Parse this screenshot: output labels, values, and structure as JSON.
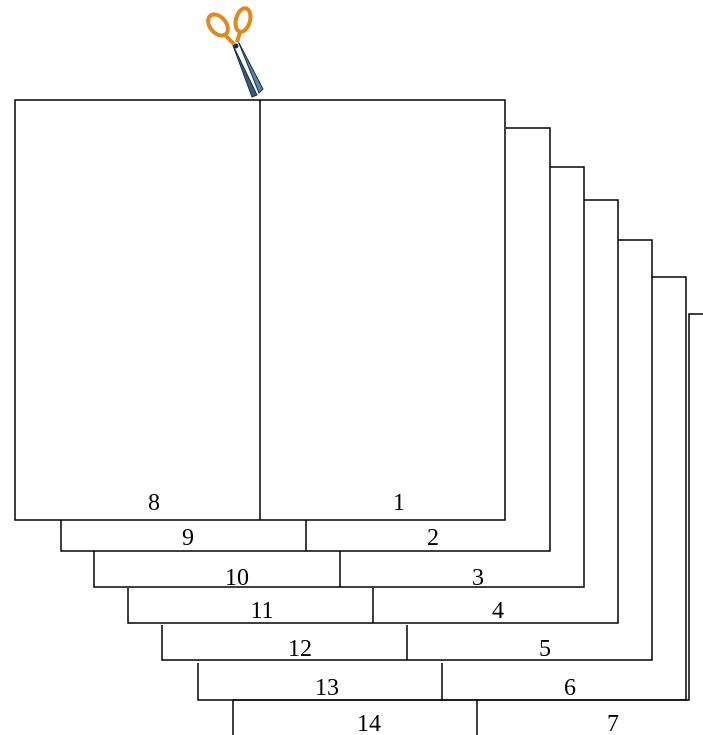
{
  "sheets": [
    {
      "left": "8",
      "right": "1"
    },
    {
      "left": "9",
      "right": "2"
    },
    {
      "left": "10",
      "right": "3"
    },
    {
      "left": "11",
      "right": "4"
    },
    {
      "left": "12",
      "right": "5"
    },
    {
      "left": "13",
      "right": "6"
    },
    {
      "left": "14",
      "right": "7"
    }
  ],
  "icons": {
    "cut_marker": "scissors-icon"
  },
  "colors": {
    "line": "#000000",
    "scissors_handle": "#e08a1e",
    "scissors_blade": "#3a5a7a"
  }
}
